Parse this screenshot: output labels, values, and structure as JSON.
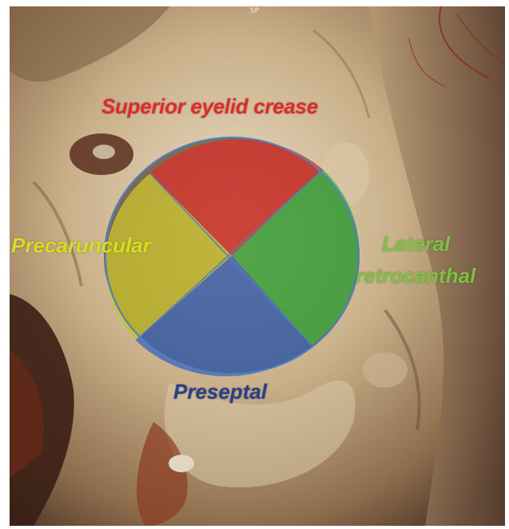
{
  "orientation_marker": "SP",
  "approach_labels": {
    "superior": "Superior eyelid crease",
    "medial": "Precaruncular",
    "lateral_line1": "Lateral",
    "lateral_line2": "retrocanthal",
    "inferior": "Preseptal"
  },
  "quadrant_colors": {
    "superior": "#d8322c",
    "lateral": "#3fae3f",
    "inferior": "#3e67b8",
    "medial": "#c9c22e"
  },
  "label_colors": {
    "superior": "#e22a2a",
    "medial": "#d9dd1f",
    "lateral": "#7dc242",
    "inferior": "#27408b"
  }
}
